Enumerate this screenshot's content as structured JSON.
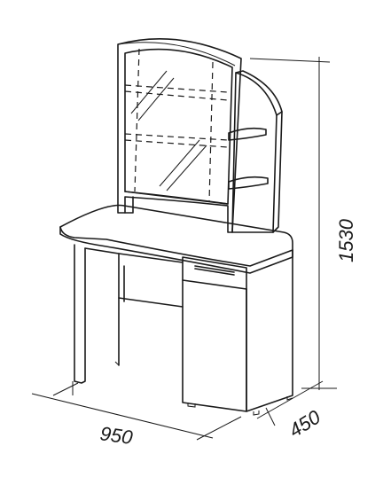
{
  "dimensions": {
    "width": "950",
    "depth": "450",
    "height": "1530"
  }
}
